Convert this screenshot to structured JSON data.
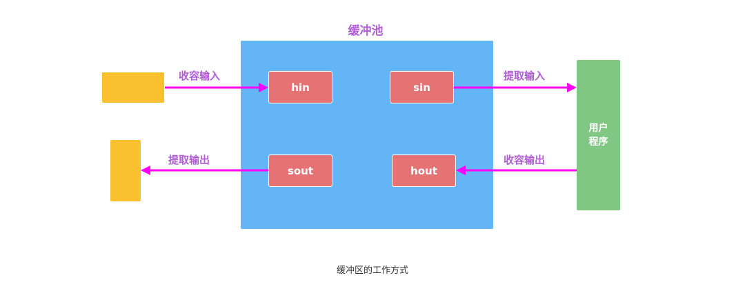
{
  "pool": {
    "title": "缓冲池"
  },
  "buffers": {
    "hin": "hin",
    "sin": "sin",
    "sout": "sout",
    "hout": "hout"
  },
  "user_program": {
    "label": "用户程序"
  },
  "arrows": {
    "collect_input": "收容输入",
    "extract_input": "提取输入",
    "extract_output": "提取输出",
    "collect_output": "收容输出"
  },
  "caption": "缓冲区的工作方式",
  "colors": {
    "pool": "#64b5f6",
    "buffer": "#e57373",
    "device": "#fbc02d",
    "user_program": "#81c784",
    "arrow": "#ff00ff",
    "label": "#b15dd6"
  }
}
